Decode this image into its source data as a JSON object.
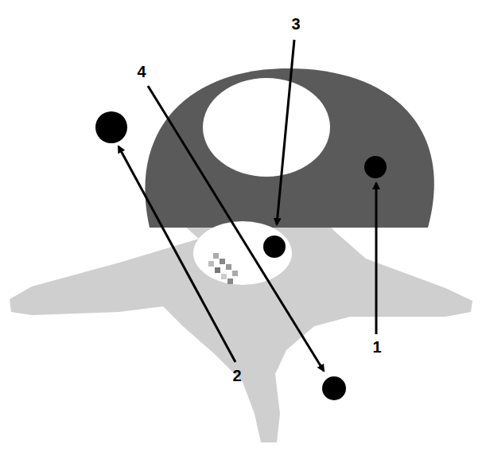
{
  "diagram": {
    "labels": [
      "3",
      "4",
      "1",
      "2"
    ]
  }
}
